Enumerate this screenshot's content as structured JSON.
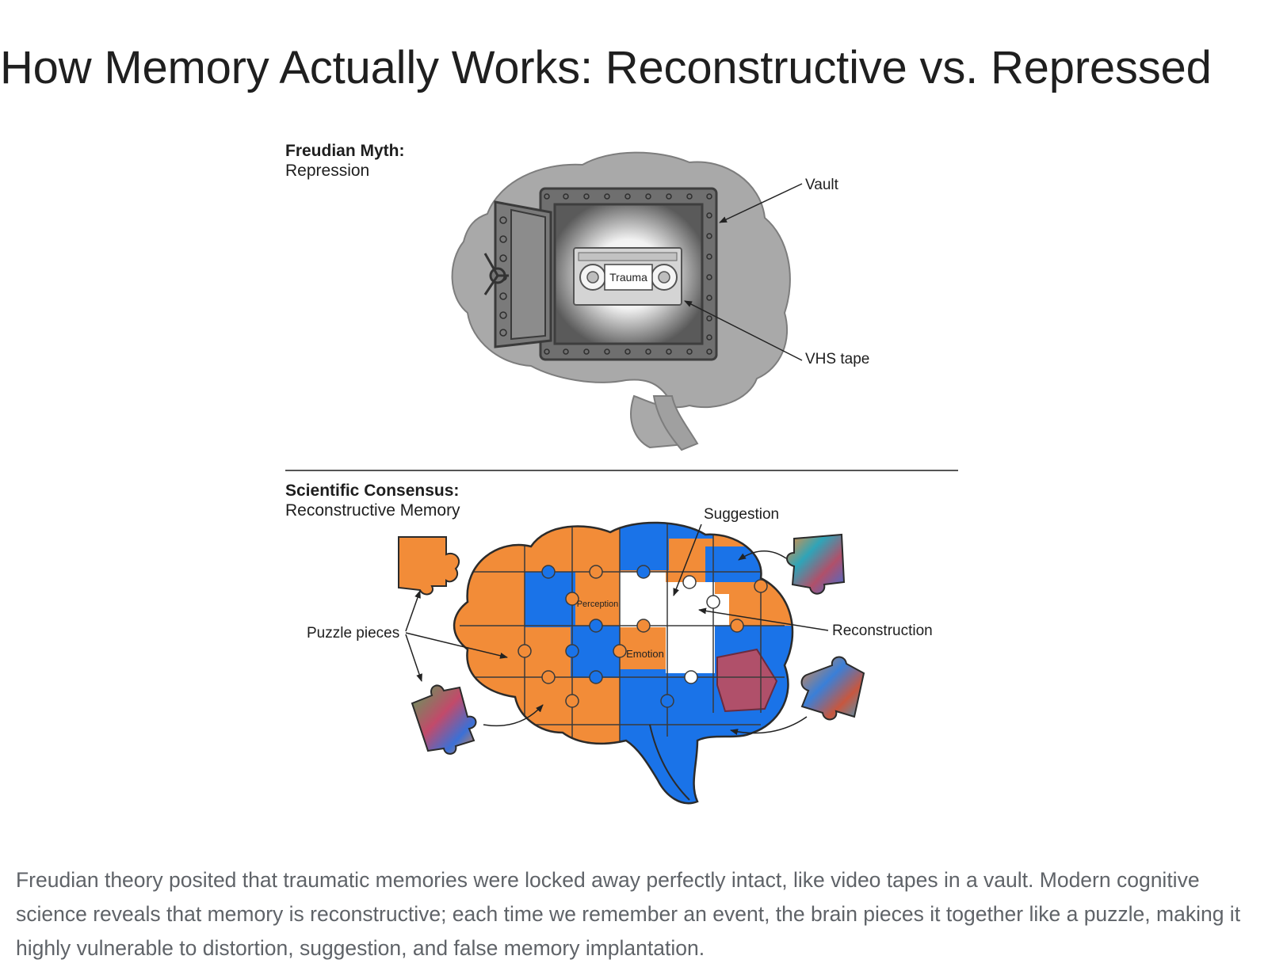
{
  "title": "How Memory Actually Works: Reconstructive vs. Repressed",
  "top_panel": {
    "heading": "Freudian Myth:",
    "subheading": "Repression",
    "labels": {
      "vault": "Vault",
      "vhs_tape": "VHS tape",
      "trauma": "Trauma"
    }
  },
  "bottom_panel": {
    "heading": "Scientific Consensus:",
    "subheading": "Reconstructive Memory",
    "labels": {
      "suggestion": "Suggestion",
      "puzzle_pieces": "Puzzle pieces",
      "reconstruction": "Reconstruction",
      "perception": "Perception",
      "emotion": "Emotion"
    }
  },
  "caption": "Freudian theory posited that traumatic memories were locked away perfectly intact, like video tapes in a vault. Modern cognitive science reveals that memory is reconstructive; each time we remember an event, the brain pieces it together like a puzzle, making it highly vulnerable to distortion, suggestion, and false memory implantation.",
  "colors": {
    "orange": "#f28c38",
    "blue": "#1a73e8",
    "brain_gray": "#a6a6a6",
    "rose": "#b0506a"
  }
}
